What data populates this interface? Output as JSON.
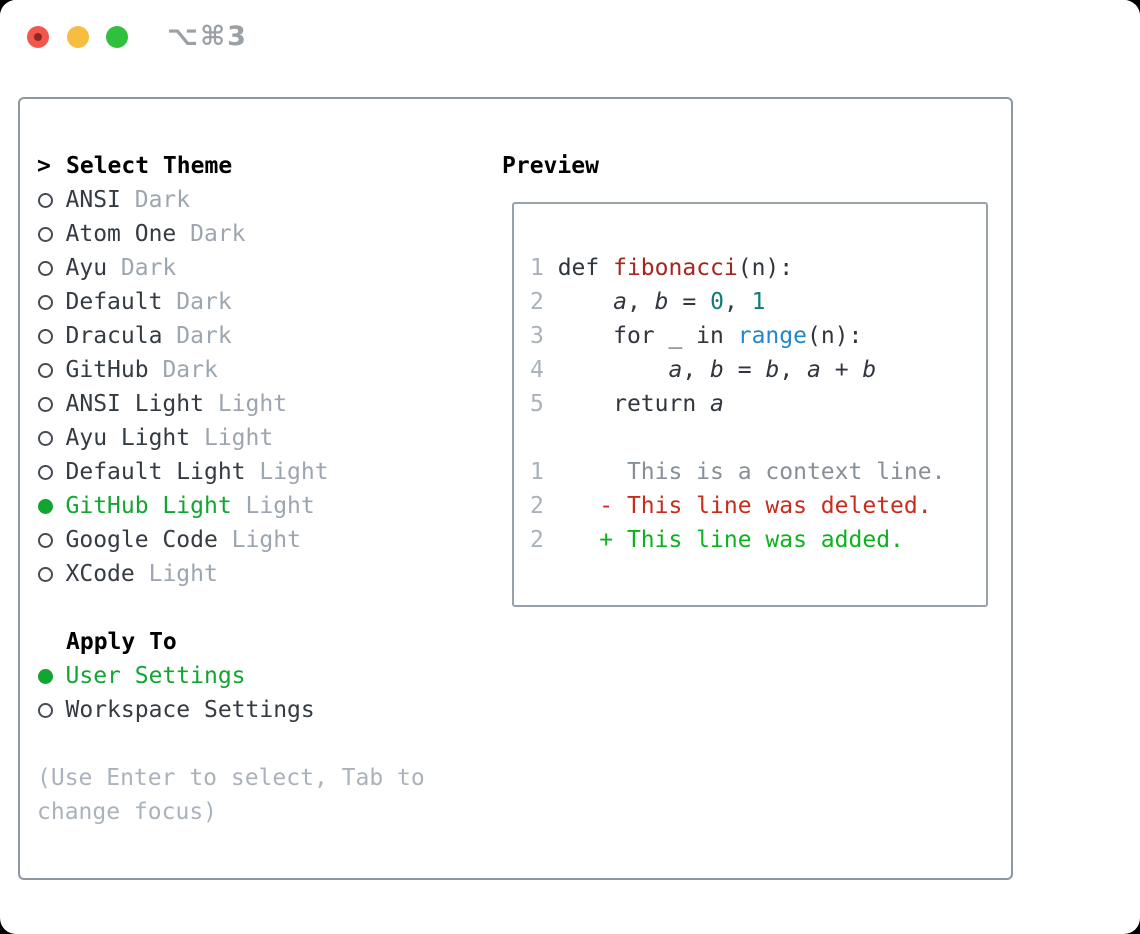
{
  "titlebar": {
    "title": "⌥⌘3"
  },
  "colors": {
    "traffic-red": "#f2574d",
    "traffic-red-dot": "#8c2922",
    "traffic-yellow": "#f6bd41",
    "traffic-green": "#2fc13d",
    "title-gray": "#9aa0a6",
    "panel-border": "#8e96a1",
    "preview-border": "#99a1ab",
    "heading": "#000000",
    "item-text": "#343b43",
    "variant-gray": "#9da6b0",
    "help-gray": "#aab2bc",
    "selected-green": "#12a532",
    "radio-outline": "#454c54",
    "line-number": "#a9b1bb",
    "code-plain": "#30363d",
    "code-function": "#a6261f",
    "code-number": "#0e7d78",
    "code-builtin": "#2287c8",
    "diff-context": "#878f98",
    "diff-deleted": "#c92b1c",
    "diff-added": "#0db31f"
  },
  "theme_section": {
    "prompt": ">",
    "header": "Select Theme",
    "items": [
      {
        "name": "ANSI",
        "variant": "Dark",
        "selected": false
      },
      {
        "name": "Atom One",
        "variant": "Dark",
        "selected": false
      },
      {
        "name": "Ayu",
        "variant": "Dark",
        "selected": false
      },
      {
        "name": "Default",
        "variant": "Dark",
        "selected": false
      },
      {
        "name": "Dracula",
        "variant": "Dark",
        "selected": false
      },
      {
        "name": "GitHub",
        "variant": "Dark",
        "selected": false
      },
      {
        "name": "ANSI Light",
        "variant": "Light",
        "selected": false
      },
      {
        "name": "Ayu Light",
        "variant": "Light",
        "selected": false
      },
      {
        "name": "Default Light",
        "variant": "Light",
        "selected": false
      },
      {
        "name": "GitHub Light",
        "variant": "Light",
        "selected": true
      },
      {
        "name": "Google Code",
        "variant": "Light",
        "selected": false
      },
      {
        "name": "XCode",
        "variant": "Light",
        "selected": false
      }
    ]
  },
  "apply_section": {
    "header": "Apply To",
    "items": [
      {
        "name": "User Settings",
        "selected": true
      },
      {
        "name": "Workspace Settings",
        "selected": false
      }
    ]
  },
  "help": {
    "line1": "(Use Enter to select, Tab to",
    "line2": "change focus)"
  },
  "preview": {
    "header": "Preview",
    "code": [
      {
        "num": "1",
        "tokens": [
          [
            " def ",
            "plain"
          ],
          [
            "fibonacci",
            "function"
          ],
          [
            "(n):",
            "plain"
          ]
        ]
      },
      {
        "num": "2",
        "tokens": [
          [
            "     ",
            "plain"
          ],
          [
            "a",
            "variable"
          ],
          [
            ", ",
            "plain"
          ],
          [
            "b",
            "variable"
          ],
          [
            " = ",
            "plain"
          ],
          [
            "0",
            "number"
          ],
          [
            ", ",
            "plain"
          ],
          [
            "1",
            "number"
          ]
        ]
      },
      {
        "num": "3",
        "tokens": [
          [
            "     for _ in ",
            "plain"
          ],
          [
            "range",
            "builtin"
          ],
          [
            "(n):",
            "plain"
          ]
        ]
      },
      {
        "num": "4",
        "tokens": [
          [
            "         ",
            "plain"
          ],
          [
            "a",
            "variable"
          ],
          [
            ", ",
            "plain"
          ],
          [
            "b",
            "variable"
          ],
          [
            " = ",
            "plain"
          ],
          [
            "b",
            "variable"
          ],
          [
            ", ",
            "plain"
          ],
          [
            "a",
            "variable"
          ],
          [
            " + ",
            "plain"
          ],
          [
            "b",
            "variable"
          ]
        ]
      },
      {
        "num": "5",
        "tokens": [
          [
            "     return ",
            "plain"
          ],
          [
            "a",
            "variable"
          ]
        ]
      },
      {
        "num": "",
        "tokens": []
      },
      {
        "num": "1",
        "tokens": [
          [
            "      This is a context line.",
            "context"
          ]
        ]
      },
      {
        "num": "2",
        "tokens": [
          [
            "    - This line was deleted.",
            "deleted"
          ]
        ]
      },
      {
        "num": "2",
        "tokens": [
          [
            "    + This line was added.",
            "added"
          ]
        ]
      }
    ]
  }
}
